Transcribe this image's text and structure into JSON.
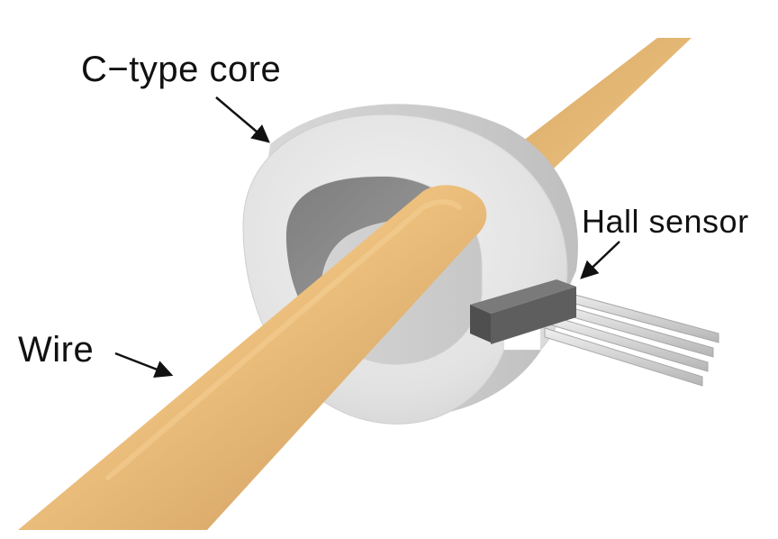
{
  "labels": {
    "core": "C−type core",
    "hall_sensor": "Hall sensor",
    "wire": "Wire"
  },
  "colors": {
    "wire_base": "#E3B46E",
    "wire_dark": "#C69555",
    "core_face": "#E6E6E6",
    "core_inner": "#8F8F8F",
    "sensor_body": "#5E5E5E",
    "sensor_leads": "#D0D0D0",
    "arrow": "#111111"
  }
}
